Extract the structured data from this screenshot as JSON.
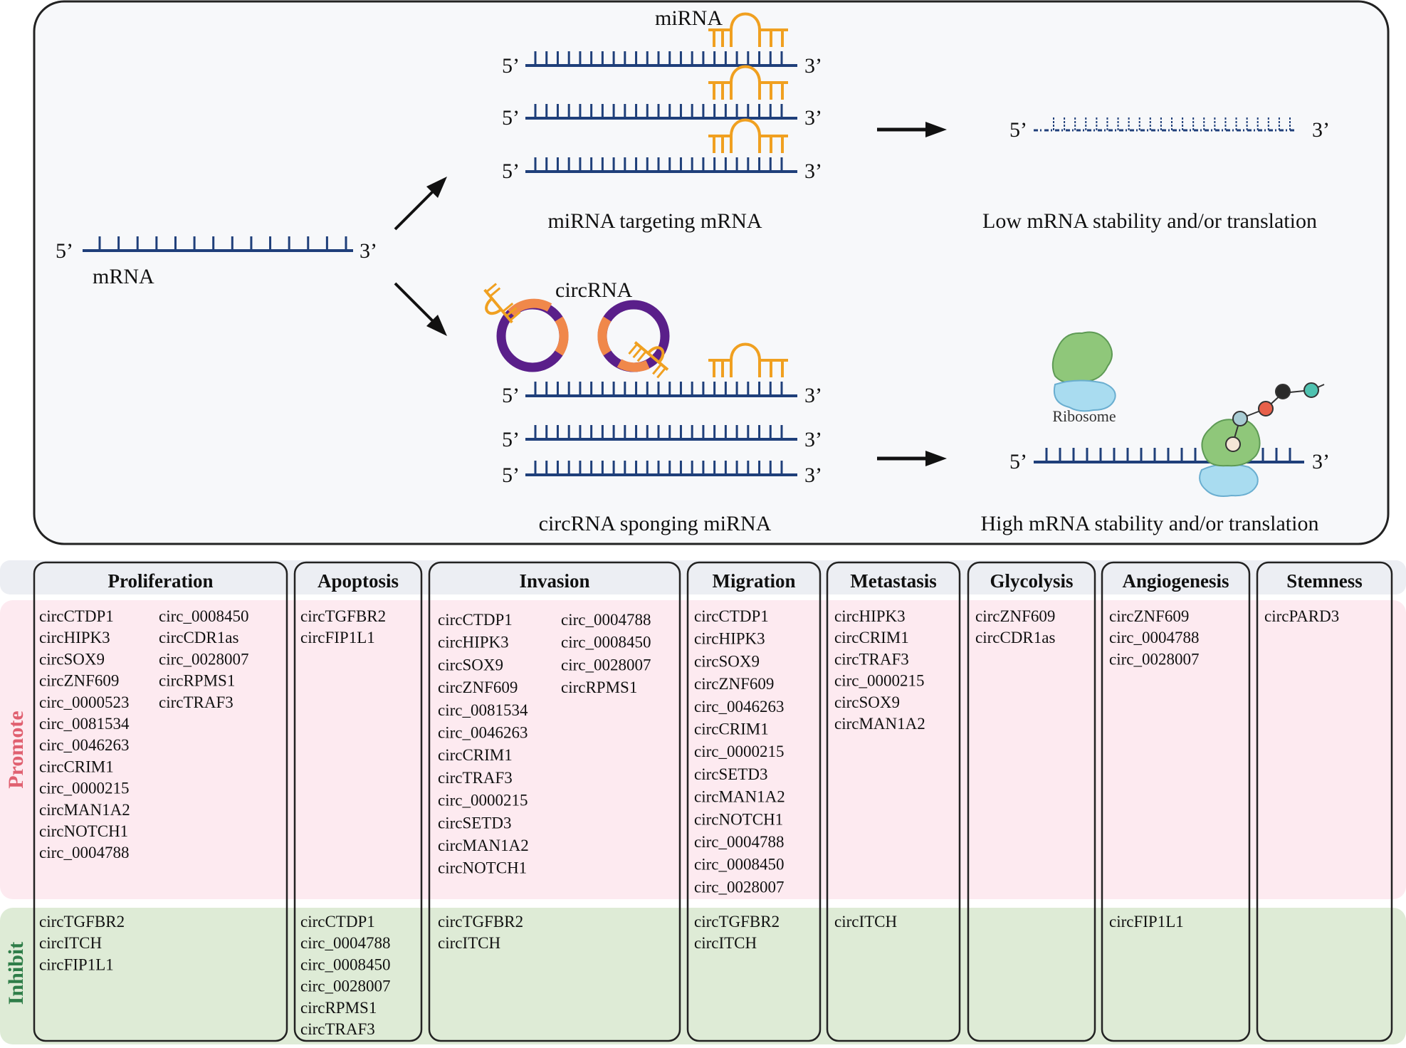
{
  "mechanism": {
    "left_mrna_label": "mRNA",
    "five_prime": "5’",
    "three_prime": "3’",
    "mirna_label": "miRNA",
    "top_caption": "miRNA targeting mRNA",
    "top_result": "Low mRNA stability  and/or translation",
    "circrna_label": "circRNA",
    "bottom_caption": "circRNA sponging miRNA",
    "bottom_result": "High mRNA stability and/or translation",
    "ribosome_label": "Ribosome"
  },
  "colors": {
    "mrna": "#1f3f7a",
    "mirna": "#f0a020",
    "circ_main": "#5a1f8a",
    "circ_accent": "#f0884a",
    "promote_bg": "#fdeaf0",
    "inhibit_bg": "#deebd6",
    "header_bg": "#eceef3",
    "promote_text": "#e06070",
    "inhibit_text": "#2e7d48"
  },
  "table": {
    "row_labels": {
      "promote": "Promote",
      "inhibit": "Inhibit"
    },
    "columns": [
      {
        "title": "Proliferation",
        "promote": [
          "circCTDP1",
          "circHIPK3",
          "circSOX9",
          "circZNF609",
          "circ_0000523",
          "circ_0081534",
          "circ_0046263",
          "circCRIM1",
          "circ_0000215",
          "circMAN1A2",
          "circNOTCH1",
          "circ_0004788"
        ],
        "promote2": [
          "circ_0008450",
          "circCDR1as",
          "circ_0028007",
          "circRPMS1",
          "circTRAF3"
        ],
        "inhibit": [
          "circTGFBR2",
          "circITCH",
          "circFIP1L1"
        ]
      },
      {
        "title": "Apoptosis",
        "promote": [
          "circTGFBR2",
          "circFIP1L1"
        ],
        "promote2": [],
        "inhibit": [
          "circCTDP1",
          "circ_0004788",
          "circ_0008450",
          "circ_0028007",
          "circRPMS1",
          "circTRAF3"
        ]
      },
      {
        "title": "Invasion",
        "promote": [
          "circCTDP1",
          "circHIPK3",
          "circSOX9",
          "circZNF609",
          "circ_0081534",
          "circ_0046263",
          "circCRIM1",
          "circTRAF3",
          "circ_0000215",
          "circSETD3",
          "circMAN1A2",
          "circNOTCH1"
        ],
        "promote2": [
          "circ_0004788",
          "circ_0008450",
          "circ_0028007",
          "circRPMS1"
        ],
        "inhibit": [
          "circTGFBR2",
          "circITCH"
        ]
      },
      {
        "title": "Migration",
        "promote": [
          "circCTDP1",
          "circHIPK3",
          "circSOX9",
          "circZNF609",
          "circ_0046263",
          "circCRIM1",
          "circ_0000215",
          "circSETD3",
          "circMAN1A2",
          "circNOTCH1",
          "circ_0004788",
          "circ_0008450",
          "circ_0028007"
        ],
        "promote2": [],
        "inhibit": [
          "circTGFBR2",
          "circITCH"
        ]
      },
      {
        "title": "Metastasis",
        "promote": [
          "circHIPK3",
          "circCRIM1",
          "circTRAF3",
          "circ_0000215",
          "circSOX9",
          "circMAN1A2"
        ],
        "promote2": [],
        "inhibit": [
          "circITCH"
        ]
      },
      {
        "title": "Glycolysis",
        "promote": [
          "circZNF609",
          "circCDR1as"
        ],
        "promote2": [],
        "inhibit": []
      },
      {
        "title": "Angiogenesis",
        "promote": [
          "circZNF609",
          "circ_0004788",
          "circ_0028007"
        ],
        "promote2": [],
        "inhibit": [
          "circFIP1L1"
        ]
      },
      {
        "title": "Stemness",
        "promote": [
          "circPARD3"
        ],
        "promote2": [],
        "inhibit": []
      }
    ]
  }
}
